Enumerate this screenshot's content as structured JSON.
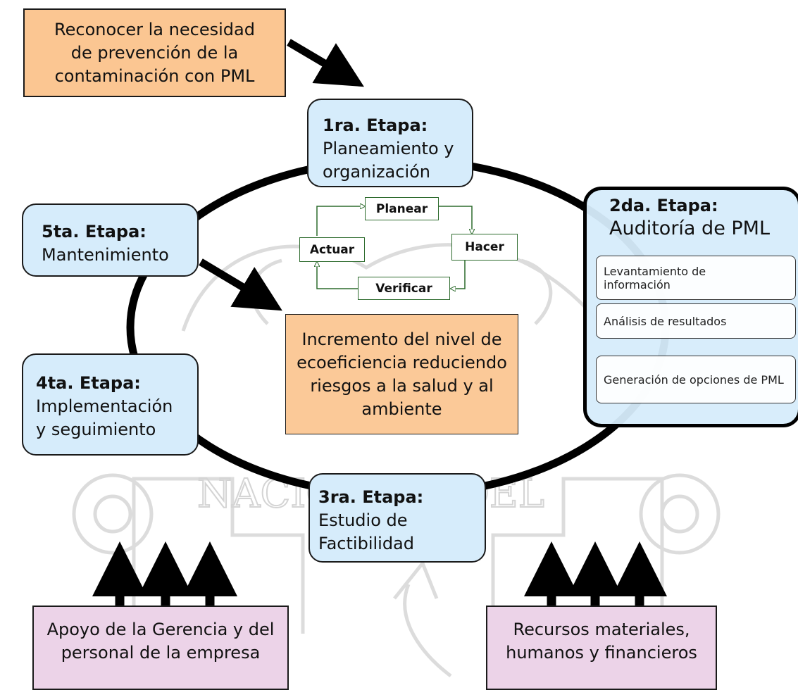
{
  "top_box": "Reconocer la necesidad de prevención de la contaminación con PML",
  "stage1": {
    "title": "1ra. Etapa:",
    "name": "Planeamiento y organización"
  },
  "stage2": {
    "title": "2da. Etapa:",
    "name": "Auditoría de PML",
    "items": [
      "Levantamiento de información",
      "Análisis de resultados",
      "Generación de opciones de PML"
    ]
  },
  "stage3": {
    "title": "3ra. Etapa:",
    "name": "Estudio de Factibilidad"
  },
  "stage4": {
    "title": "4ta. Etapa:",
    "name": "Implementación y seguimiento"
  },
  "stage5": {
    "title": "5ta. Etapa:",
    "name": "Mantenimiento"
  },
  "pdca": {
    "plan": "Planear",
    "do": "Hacer",
    "check": "Verificar",
    "act": "Actuar"
  },
  "center_box": "Incremento del nivel de ecoeficiencia reduciendo riesgos a la salud y al ambiente",
  "bottom_left": "Apoyo de la Gerencia y del personal de la empresa",
  "bottom_right": "Recursos materiales, humanos y financieros",
  "watermark_text": {
    "left": "NACIONAL",
    "right": "DEL"
  }
}
